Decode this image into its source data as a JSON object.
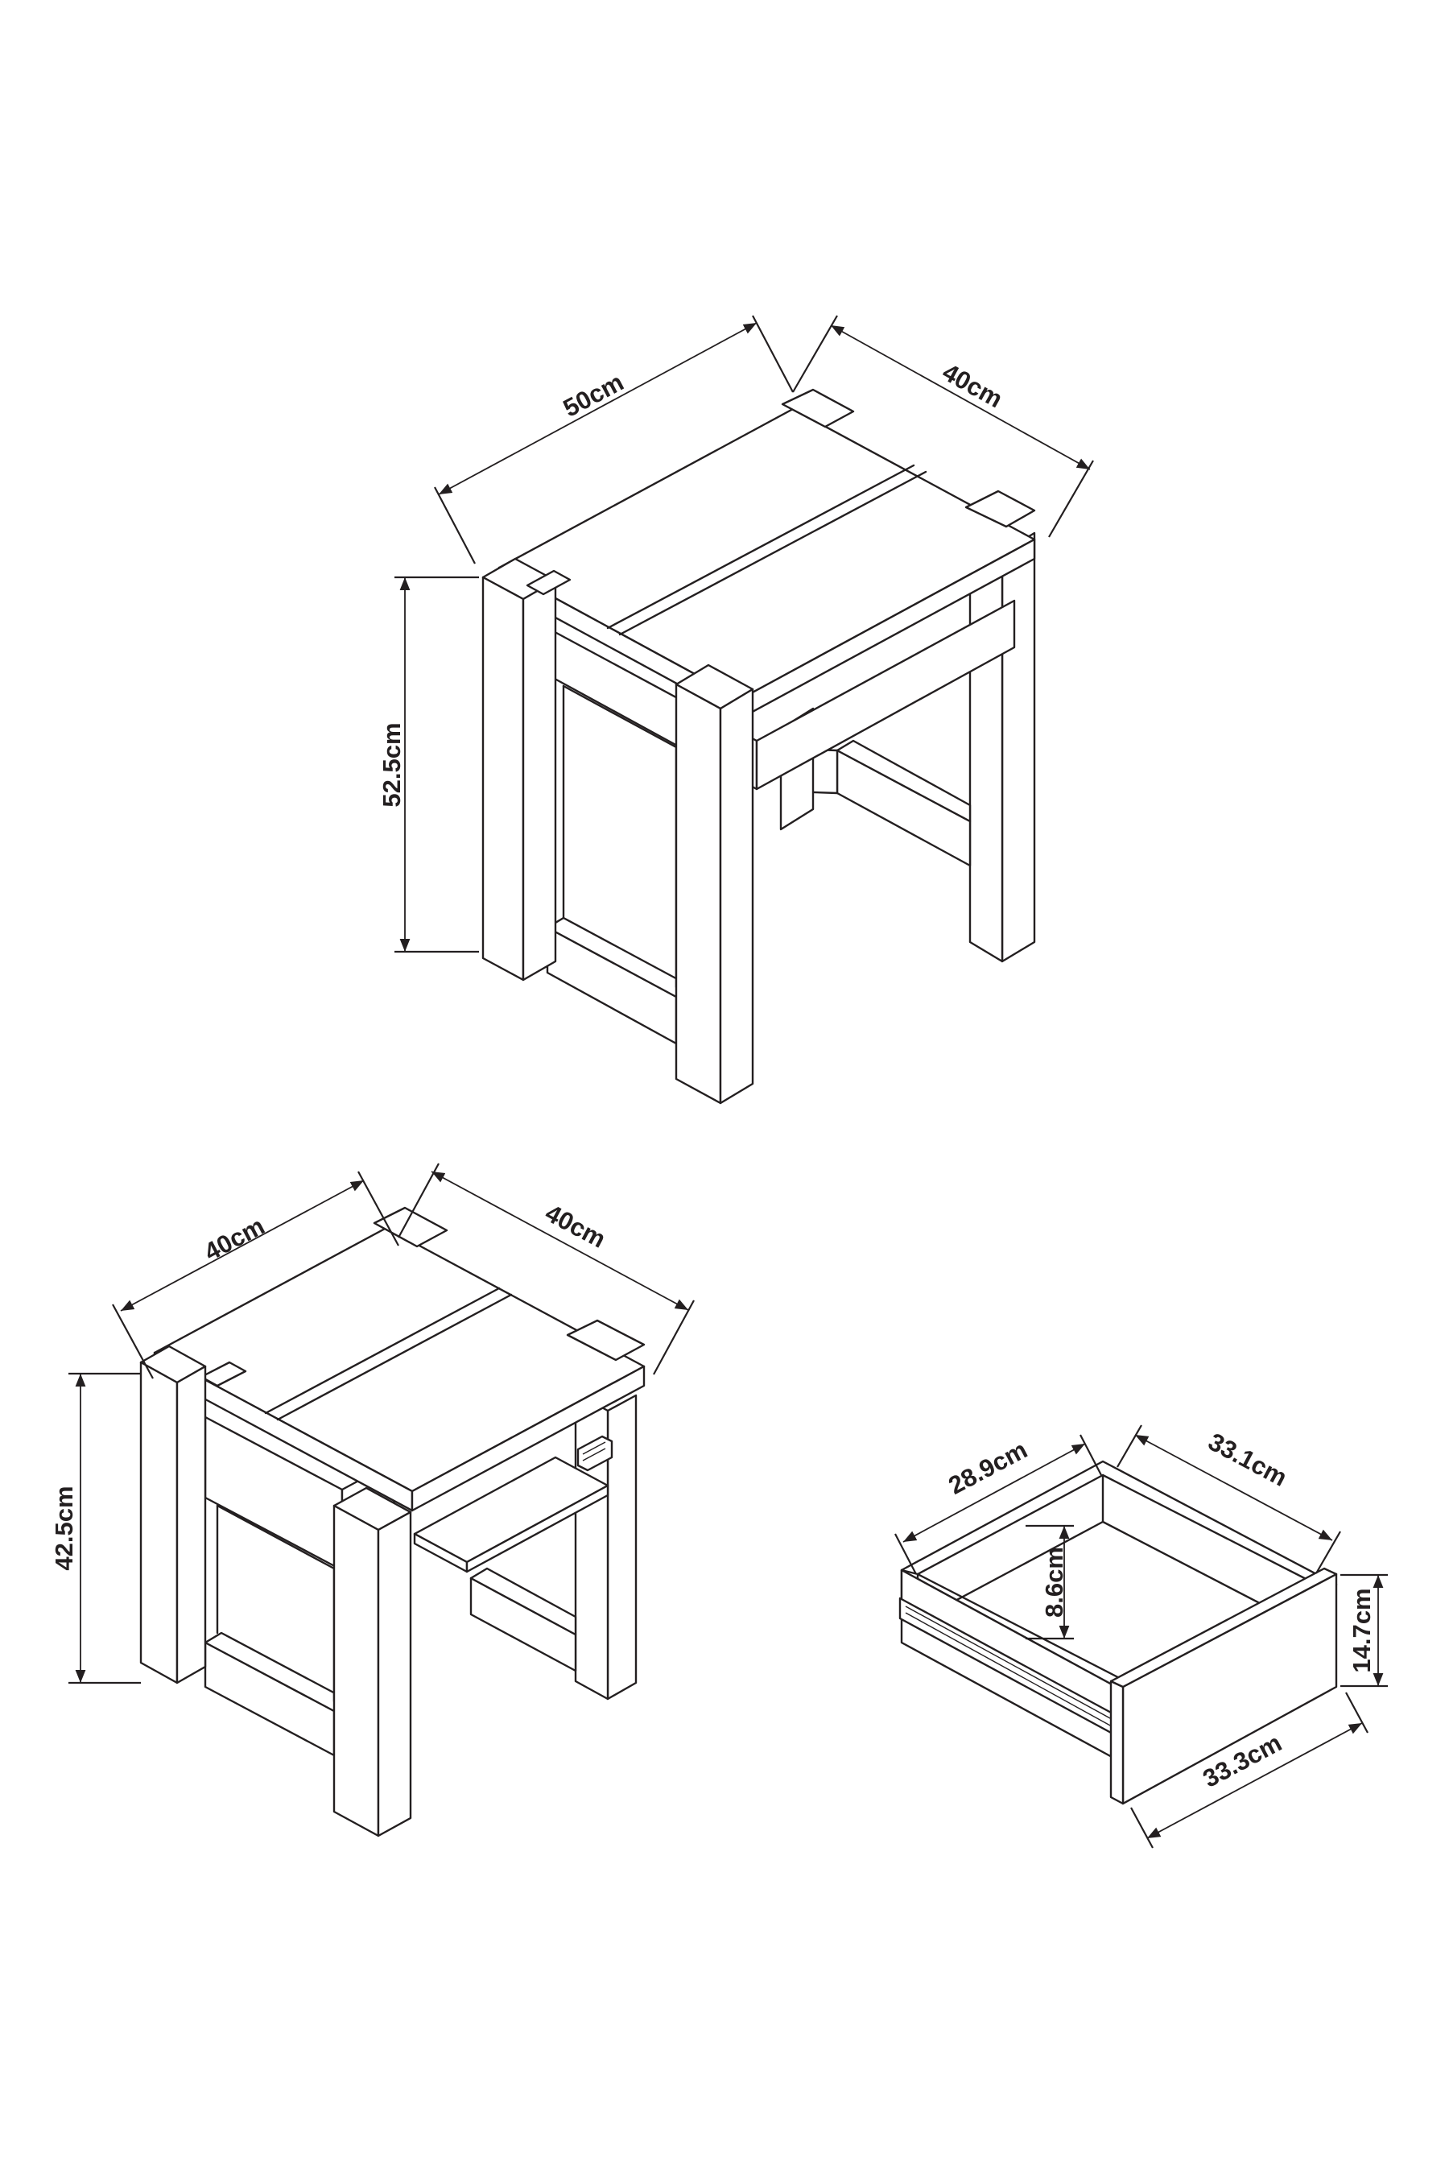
{
  "diagrams": {
    "lamp_table": {
      "width_label": "50cm",
      "depth_label": "40cm",
      "height_label": "52.5cm"
    },
    "side_table": {
      "width_label": "40cm",
      "depth_label": "40cm",
      "height_label": "42.5cm"
    },
    "drawer": {
      "inner_width_label": "28.9cm",
      "inner_depth_label": "33.1cm",
      "inner_height_label": "8.6cm",
      "height_label": "14.7cm",
      "front_width_label": "33.3cm"
    }
  }
}
